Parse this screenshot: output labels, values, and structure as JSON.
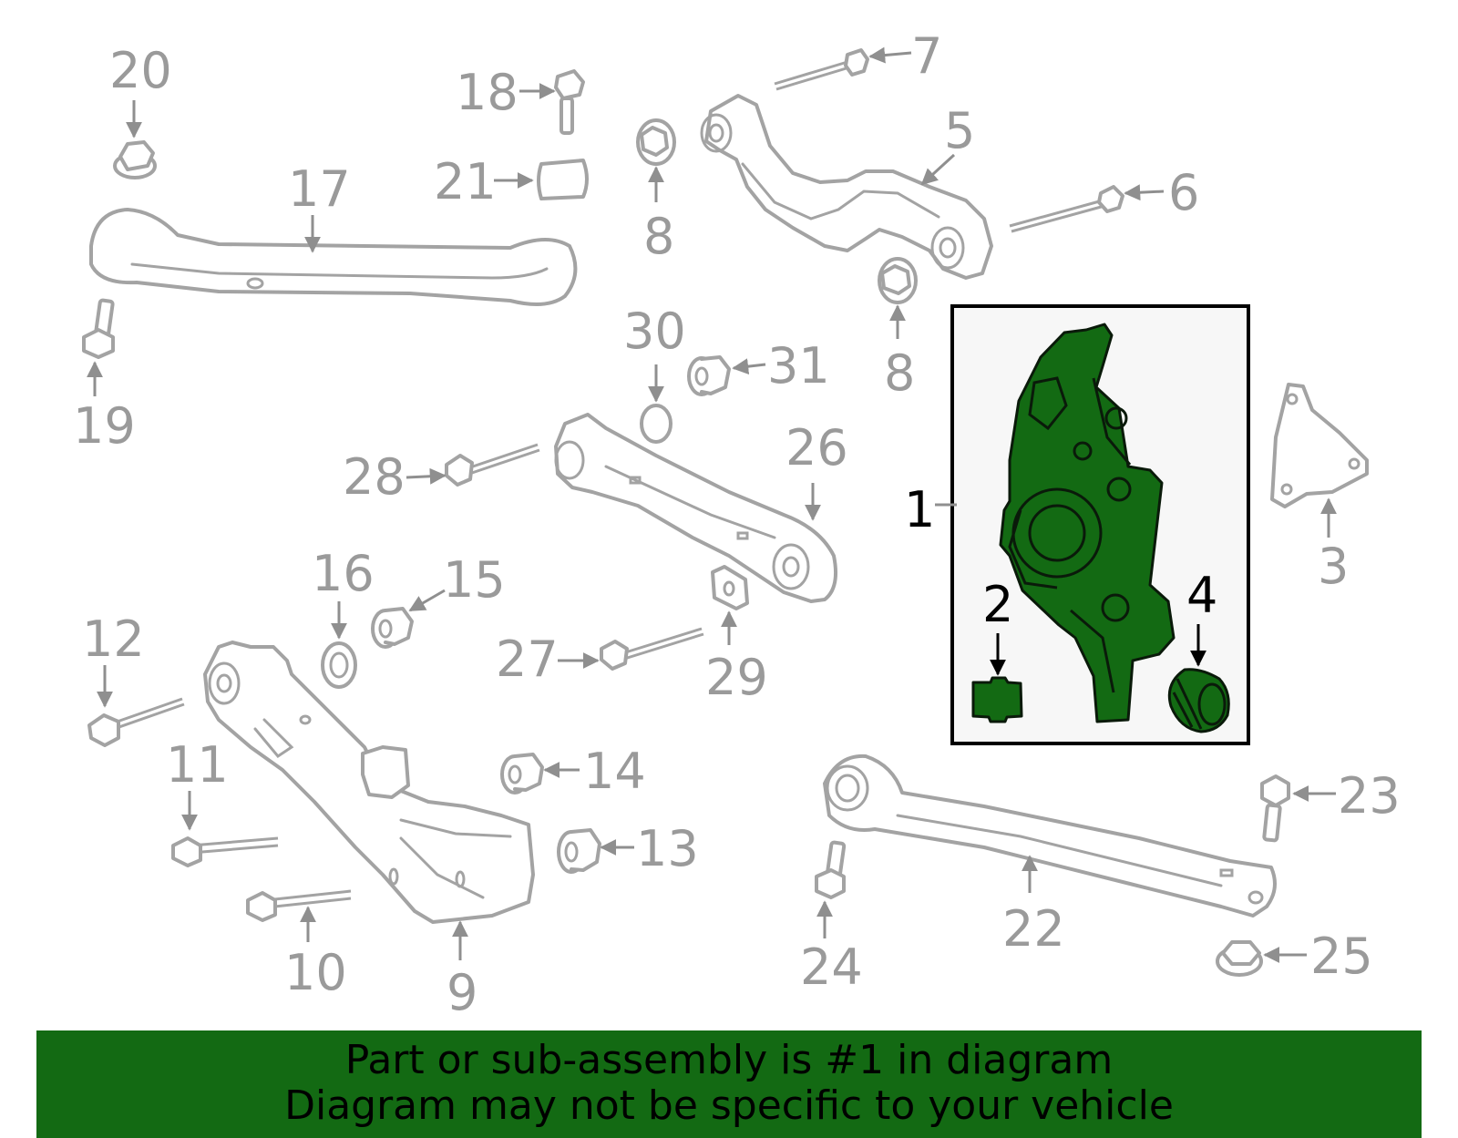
{
  "callouts": [
    "1",
    "2",
    "3",
    "4",
    "5",
    "6",
    "7",
    "8",
    "8",
    "9",
    "10",
    "11",
    "12",
    "13",
    "14",
    "15",
    "16",
    "17",
    "18",
    "19",
    "20",
    "21",
    "22",
    "23",
    "24",
    "25",
    "26",
    "27",
    "28",
    "29",
    "30",
    "31"
  ],
  "highlighted_part": "1",
  "colors": {
    "highlight": "#136a13",
    "line": "#a3a3a3",
    "label": "#9a9a9a",
    "banner": "#136a13"
  },
  "banner": {
    "line1": "Part or sub-assembly is #1 in diagram",
    "line2": "Diagram may not be specific to your vehicle"
  }
}
